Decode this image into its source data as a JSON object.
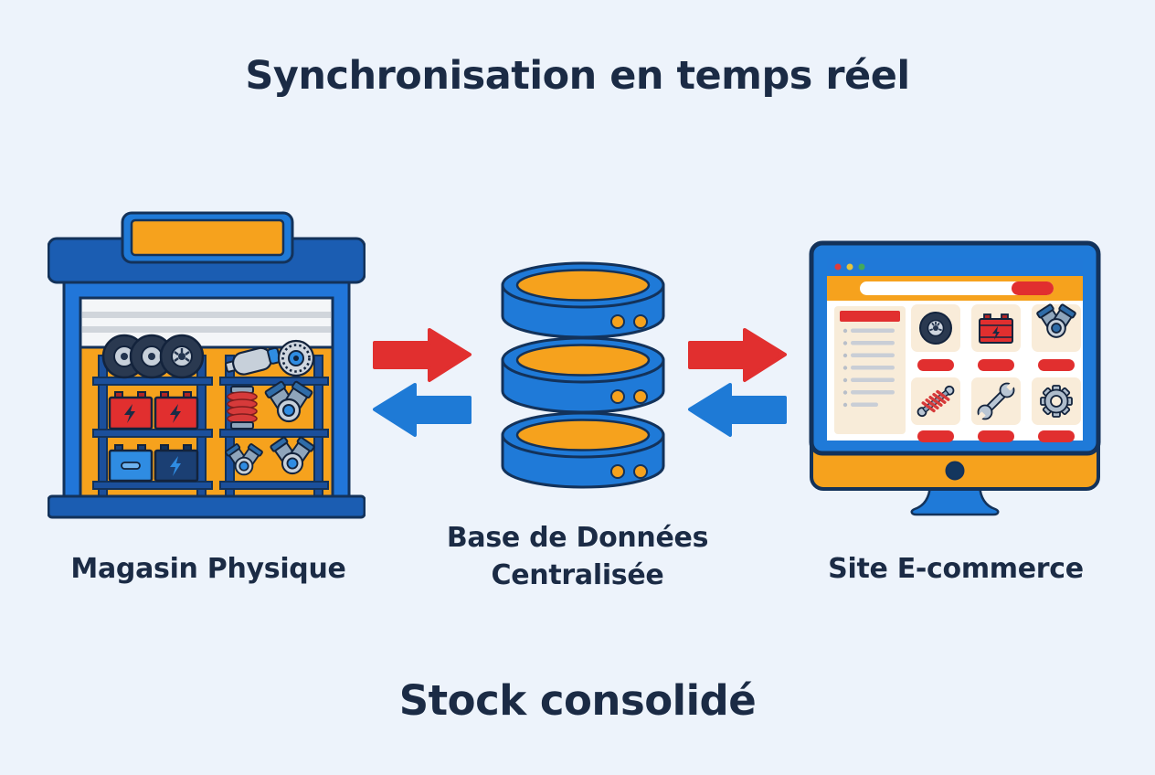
{
  "title": "Synchronisation en temps réel",
  "footer": "Stock consolidé",
  "nodes": {
    "store": {
      "label": "Magasin Physique"
    },
    "database": {
      "label_line1": "Base de Données",
      "label_line2": "Centralisée"
    },
    "ecommerce": {
      "label": "Site E-commerce"
    }
  },
  "arrows": {
    "store_to_database": "red-right-arrow",
    "database_to_store": "blue-left-arrow",
    "database_to_ecommerce": "red-right-arrow",
    "ecommerce_to_database": "blue-left-arrow"
  },
  "store_illustration": {
    "sign": "blank-orange-storefront-sign",
    "shelf_items_left_rack": [
      "three-tires",
      "two-red-batteries",
      "blue-battery",
      "navy-battery"
    ],
    "shelf_items_right_rack": [
      "muffler",
      "brake-disc",
      "red-coil-spring",
      "engine-block",
      "two-small-engines"
    ]
  },
  "database_illustration": {
    "cylinders": 3,
    "indicator_dots_per_cylinder": 2
  },
  "ecommerce_screen": {
    "browser_dots": [
      "red",
      "yellow",
      "green"
    ],
    "search_bar": "white-pill-with-red-button",
    "sidebar": {
      "header": "red-bar",
      "rows": 7
    },
    "product_icons": [
      "tire-icon",
      "battery-icon",
      "engine-icon",
      "shock-absorber-icon",
      "wrench-icon",
      "gear-icon"
    ],
    "product_button": "red-pill-button"
  },
  "palette": {
    "background": "#edf3fb",
    "text_navy": "#1b2b45",
    "outline_navy": "#13325a",
    "blue": "#1f7ad8",
    "dark_blue": "#1b5db2",
    "orange": "#f6a21d",
    "red": "#e12f2f",
    "cream": "#f8ecd9",
    "steel_gray": "#c7d0da"
  }
}
